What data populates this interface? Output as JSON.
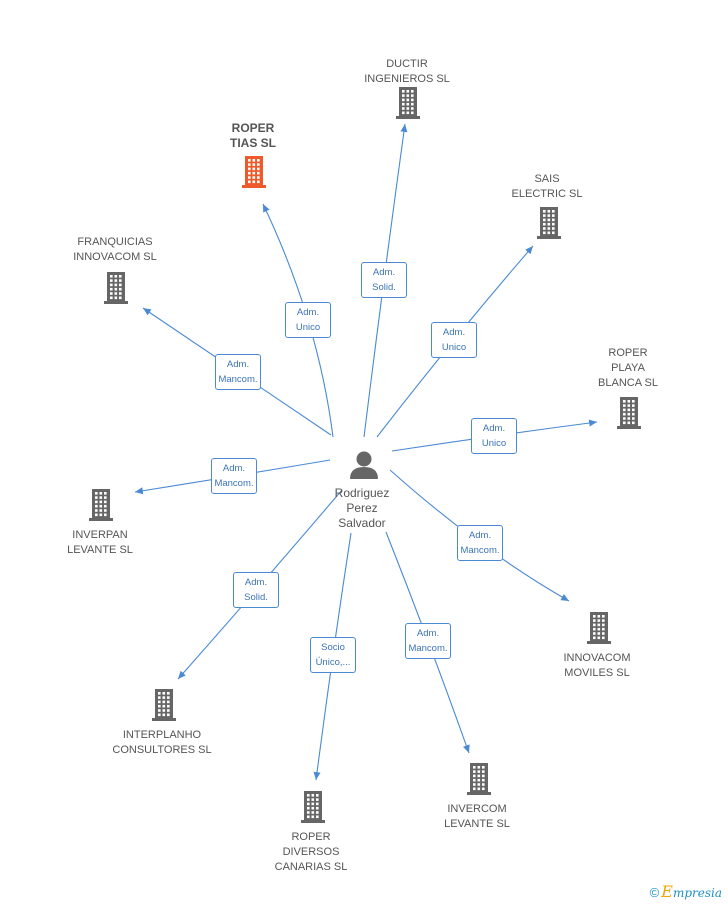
{
  "center": {
    "name_lines": [
      "Rodriguez",
      "Perez",
      "Salvador"
    ]
  },
  "nodes": [
    {
      "id": "ductir",
      "lines": [
        "DUCTIR",
        "INGENIEROS SL"
      ],
      "highlight": false
    },
    {
      "id": "roper-tias",
      "lines": [
        "ROPER",
        "TIAS SL"
      ],
      "highlight": true
    },
    {
      "id": "sais",
      "lines": [
        "SAIS",
        "ELECTRIC  SL"
      ],
      "highlight": false
    },
    {
      "id": "franquicias",
      "lines": [
        "FRANQUICIAS",
        "INNOVACOM SL"
      ],
      "highlight": false
    },
    {
      "id": "roper-playa",
      "lines": [
        "ROPER",
        "PLAYA",
        "BLANCA SL"
      ],
      "highlight": false
    },
    {
      "id": "inverpan",
      "lines": [
        "INVERPAN",
        "LEVANTE  SL"
      ],
      "highlight": false
    },
    {
      "id": "innovacom-moviles",
      "lines": [
        "INNOVACOM",
        "MOVILES SL"
      ],
      "highlight": false
    },
    {
      "id": "interplanho",
      "lines": [
        "INTERPLANHO",
        "CONSULTORES SL"
      ],
      "highlight": false
    },
    {
      "id": "invercom",
      "lines": [
        "INVERCOM",
        "LEVANTE SL"
      ],
      "highlight": false
    },
    {
      "id": "roper-diversos",
      "lines": [
        "ROPER",
        "DIVERSOS",
        "CANARIAS SL"
      ],
      "highlight": false
    }
  ],
  "edges": [
    {
      "to": "ductir",
      "lines": [
        "Adm.",
        "Solid."
      ]
    },
    {
      "to": "roper-tias",
      "lines": [
        "Adm.",
        "Unico"
      ]
    },
    {
      "to": "sais",
      "lines": [
        "Adm.",
        "Unico"
      ]
    },
    {
      "to": "franquicias",
      "lines": [
        "Adm.",
        "Mancom."
      ]
    },
    {
      "to": "roper-playa",
      "lines": [
        "Adm.",
        "Unico"
      ]
    },
    {
      "to": "inverpan",
      "lines": [
        "Adm.",
        "Mancom."
      ]
    },
    {
      "to": "innovacom-moviles",
      "lines": [
        "Adm.",
        "Mancom."
      ]
    },
    {
      "to": "interplanho",
      "lines": [
        "Adm.",
        "Solid."
      ]
    },
    {
      "to": "invercom",
      "lines": [
        "Adm.",
        "Mancom."
      ]
    },
    {
      "to": "roper-diversos",
      "lines": [
        "Socio",
        "Único,..."
      ]
    }
  ],
  "colors": {
    "edge": "#4a8ad4",
    "building": "#666666",
    "highlight_building": "#ef5a2a",
    "person": "#666666"
  },
  "footer": {
    "copyright": "©",
    "brand_initial": "E",
    "brand_rest": "mpresia"
  }
}
